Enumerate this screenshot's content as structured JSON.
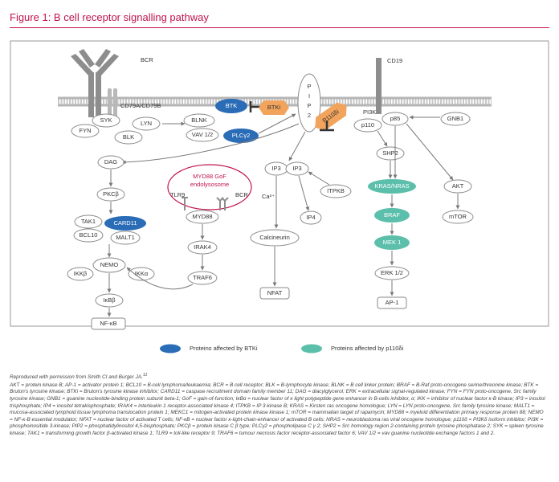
{
  "figure": {
    "title": "Figure 1: B cell receptor signalling pathway",
    "credit": "Reproduced with permission from Smith CI and Burger JA.",
    "credit_ref": "11",
    "abbreviations": "AKT = protein kinase B; AP-1 = activator protein 1; BCL10 = B-cell lymphoma/leukaemia; BCR = B cell receptor; BLK = B-lymphocyte kinase; BLNK = B cell linker protein; BRAF = B-Raf proto-oncogene serine/threonine kinase; BTK = Bruton's tyrosine kinase; BTKi = Bruton's tyrosine kinase inhibitor; CARD11 = caspase recruitment domain family member 11; DAG = diacylglycerol; ERK = extracellular signal-regulated kinase; FYN = FYN proto-oncogene, Src family tyrosine kinase; GNB1 = guanine nucleotide-binding protein subunit beta-1; GoF = gain-of-function; IκBα = nuclear factor of κ light polypeptide gene enhancer in B-cells inhibitor, α; IKK = inhibitor of nuclear factor κ-B kinase; IP3 = inositol trisphosphate; IP4 = inositol tetrakisphosphate; IRAK4 = interleukin 1 receptor-associated kinase 4; ITPKB = IP 3-kinase B; KRAS = Kirsten ras oncogene homologue; LYN = LYN proto-oncogene, Src family tyrosine kinase; MALT1 = mucosa-associated lymphoid tissue lymphoma translocation protein 1; MEKC1 = mitogen-activated protein kinase kinase 1; mTOR = mammalian target of rapamycin; MYD88 = myeloid differentiation primary response protein 88; NEMO = NF-κ-B essential modulator; NFAT = nuclear factor of activated T cells; NF-κB = nuclear factor κ-light-chain-enhancer of activated B cells; NRAS = neuroblastoma ras viral oncogene homologue; p110δ = PI3Kδ isoform inhibitor; PI3K = phosphoinositide 3-kinase; PIP2 = phosphatidylinositol 4,5-bisphosphate; PKCβ = protein kinase C β type; PLCγ2 = phospholipase C γ 2; SHP2 = Src homology region 2-containing protein tyrosine phosphatase 2; SYK = spleen tyrosine kinase; TAK1 = transforming growth factor β-activated kinase 1; TLR9 = toll-like receptor 9; TRAF6 = tumour necrosis factor receptor-associated factor 6; VAV 1/2 = vav guanine nucleotide exchange factors 1 and 2."
  },
  "colors": {
    "title_accent": "#c0144c",
    "btk_blue": "#2a6cb6",
    "pi3k_teal": "#5bbfab",
    "inhibitor_orange": "#f2a35c",
    "membrane_grey": "#a7a7a7",
    "outline_grey": "#8a8a8a"
  },
  "diagram": {
    "bcr_label": "BCR",
    "cd19_label": "CD19",
    "cd79_label": "CD79A/CD79B",
    "pip2_label": "P I P 2",
    "myd88_box_line1": "MYD88 GoF",
    "myd88_box_line2": "endolysosome",
    "tlr9_label": "TLR9",
    "bcr2_label": "BCR",
    "pi3k_label": "PI3K",
    "ca_label": "Ca²⁺",
    "nodes": {
      "syk": "SYK",
      "lyn": "LYN",
      "fyn": "FYN",
      "blk": "BLK",
      "btk": "BTK",
      "btki": "BTKi",
      "blnk": "BLNK",
      "vav": "VAV 1/2",
      "plcg2": "PLCγ2",
      "p110di": "P110δi",
      "p110": "p110",
      "p85": "p85",
      "gnb1": "GNB1",
      "dag": "DAG",
      "pkcb": "PKCβ",
      "tak1": "TAK1",
      "card11": "CARD11",
      "bcl10": "BCL10",
      "malt1": "MALT1",
      "nemo": "NEMO",
      "ikkb": "IKKβ",
      "ikka": "IKKα",
      "ikba": "IκBβ",
      "nfkb": "NF-κB",
      "myd88": "MYD88",
      "irak4": "IRAK4",
      "traf6": "TRAF6",
      "ip3a": "IP3",
      "ip3b": "IP3",
      "itpkb": "ITPKB",
      "ip4": "IP4",
      "calcineurin": "Calcineurin",
      "nfat": "NFAT",
      "shp2": "SHP2",
      "kras": "KRAS/NRAS",
      "braf": "BRAF",
      "mek1": "MEK 1",
      "erk": "ERK 1/2",
      "ap1": "AP-1",
      "akt": "AKT",
      "mtor": "mTOR"
    }
  },
  "legend": {
    "btki_label": "Proteins affected by BTKi",
    "p110_label": "Proteins affected by p110δi"
  }
}
